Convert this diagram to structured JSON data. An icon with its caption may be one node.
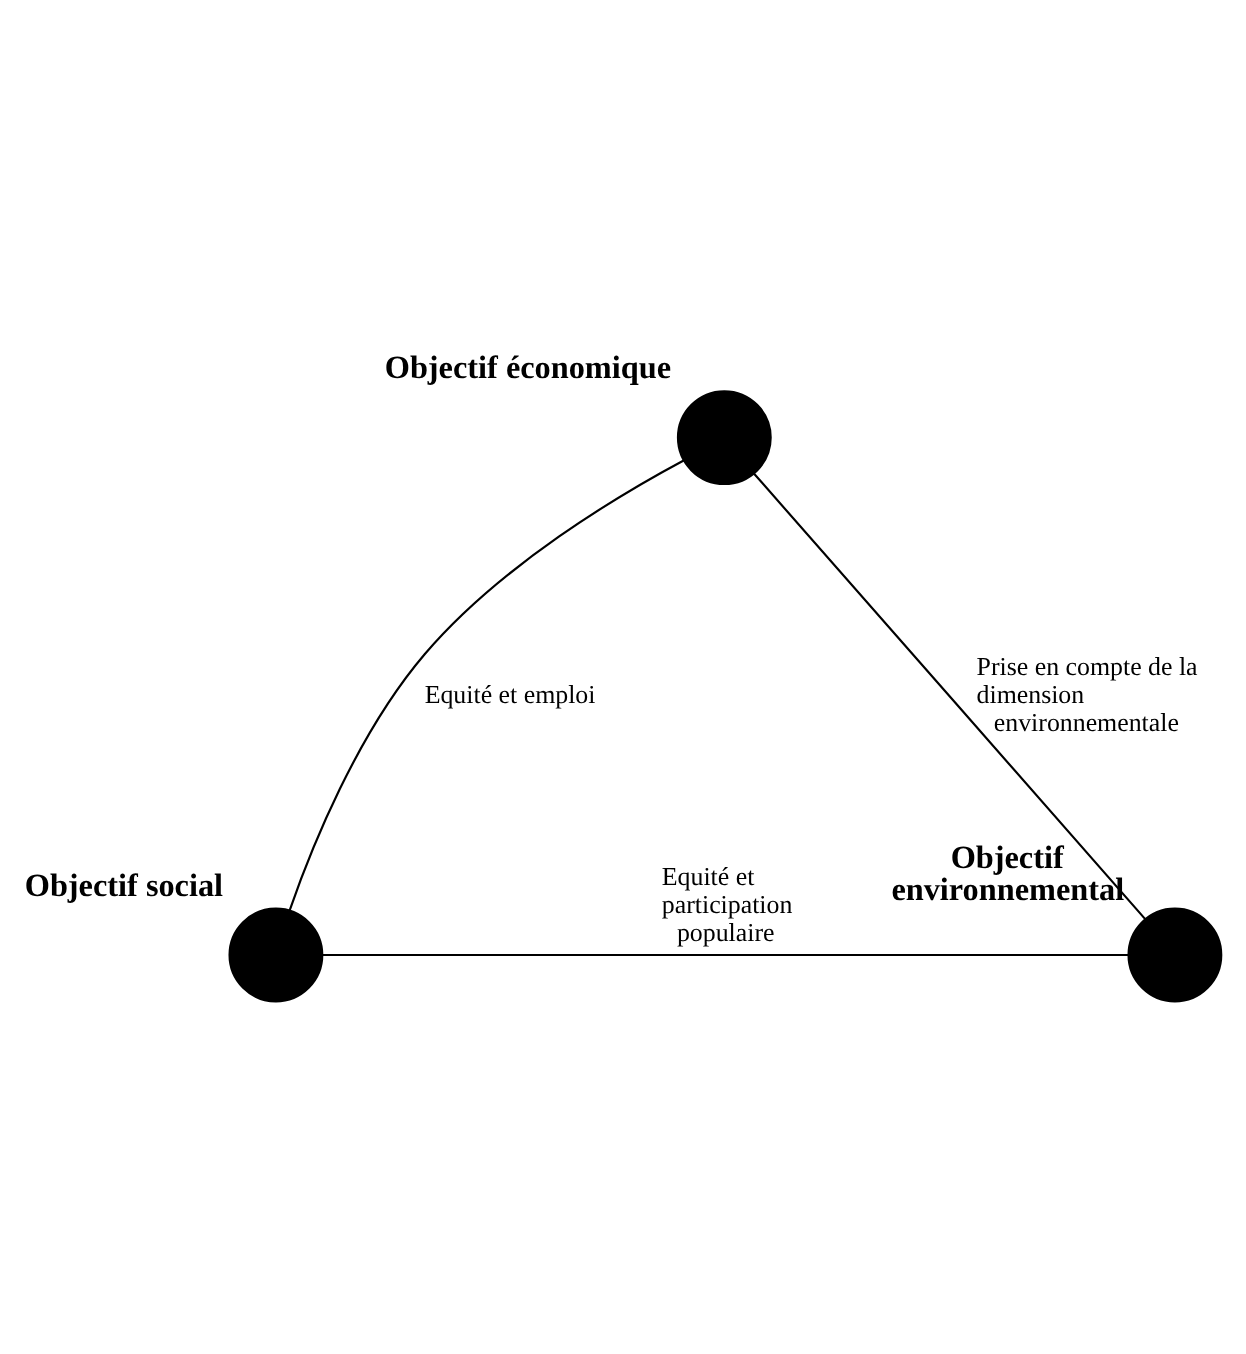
{
  "diagram": {
    "nodes": [
      {
        "text": [
          "Objectif économique"
        ]
      },
      {
        "text": [
          "Objectif social"
        ]
      },
      {
        "text": [
          "Objectif environnemental"
        ]
      }
    ],
    "edges": [
      {
        "from": 0,
        "to": 1,
        "arrow": "none",
        "label": "Equité et emploi"
      },
      {
        "from": 0,
        "to": 2,
        "arrow": "none",
        "label": "Prise en compte de la dimension environnementale"
      },
      {
        "from": 1,
        "to": 2,
        "arrow": "none",
        "label": "Equité et participation populaire"
      }
    ]
  }
}
